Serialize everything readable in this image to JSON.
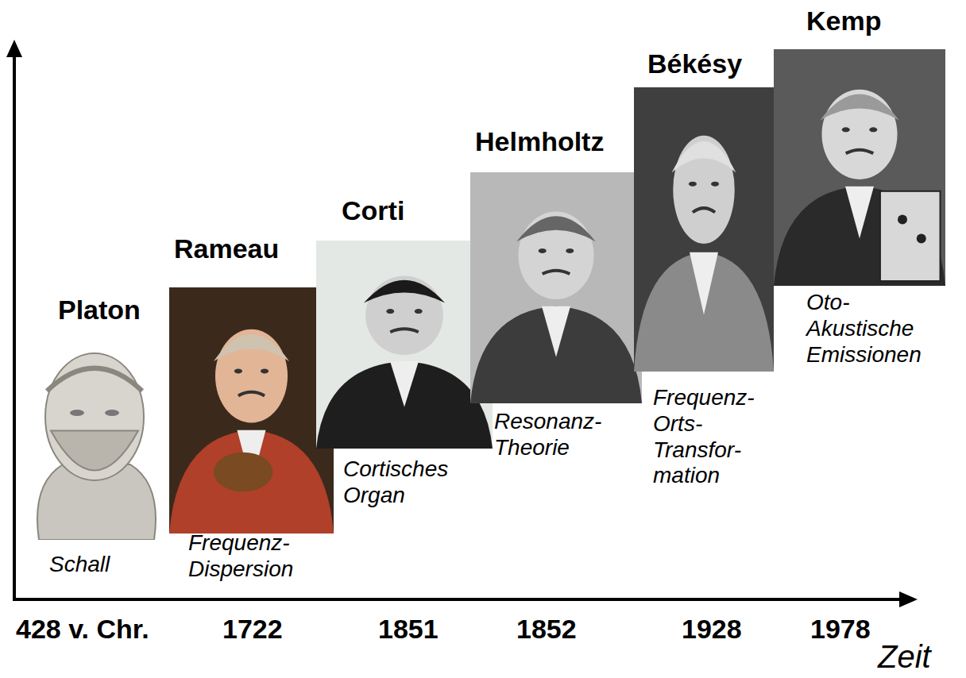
{
  "diagram": {
    "nodes": [
      {
        "text": [
          "Platon",
          "Schall"
        ]
      },
      {
        "text": [
          "Rameau",
          "Frequenz- Dispersion"
        ]
      },
      {
        "text": [
          "Corti",
          "Cortisches Organ"
        ]
      },
      {
        "text": [
          "Helmholtz",
          "Resonanz- Theorie"
        ]
      },
      {
        "text": [
          "Békésy",
          "Frequenz- Orts- Transfor- mation"
        ]
      },
      {
        "text": [
          "Kemp",
          "Oto- Akustische Emissionen"
        ]
      }
    ],
    "labels": [
      "428 v. Chr.",
      "1722",
      "1851",
      "1852",
      "1928",
      "1978",
      "Zeit"
    ]
  }
}
